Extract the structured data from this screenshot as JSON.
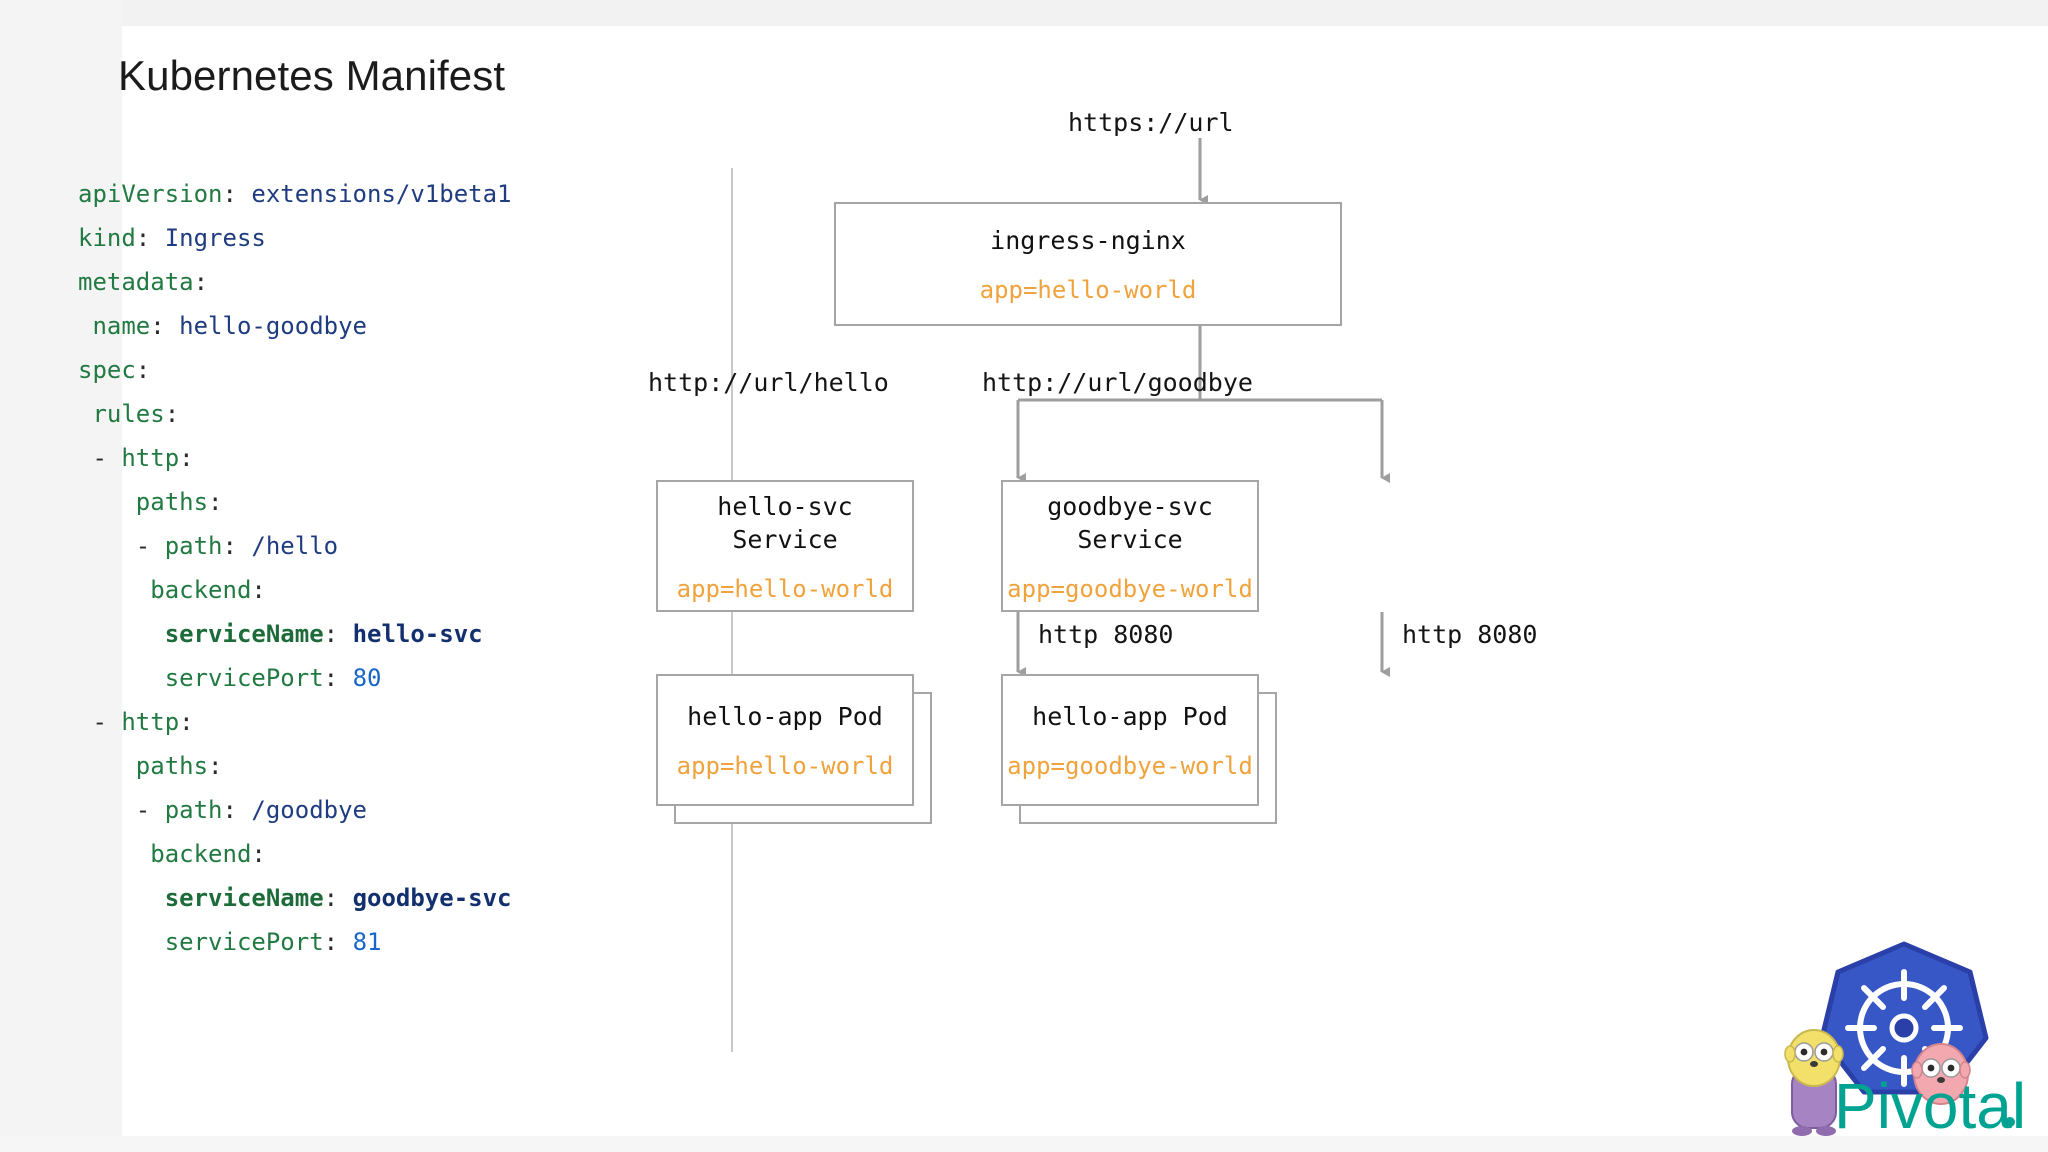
{
  "slide": {
    "title": "Kubernetes Manifest"
  },
  "manifest": {
    "lines": [
      {
        "indent": 0,
        "dash": false,
        "key": "apiVersion",
        "value": "extensions/v1beta1",
        "bold": false,
        "numeric": false
      },
      {
        "indent": 0,
        "dash": false,
        "key": "kind",
        "value": "Ingress",
        "bold": false,
        "numeric": false
      },
      {
        "indent": 0,
        "dash": false,
        "key": "metadata",
        "value": "",
        "bold": false,
        "numeric": false
      },
      {
        "indent": 1,
        "dash": false,
        "key": "name",
        "value": "hello-goodbye",
        "bold": false,
        "numeric": false
      },
      {
        "indent": 0,
        "dash": false,
        "key": "spec",
        "value": "",
        "bold": false,
        "numeric": false
      },
      {
        "indent": 1,
        "dash": false,
        "key": "rules",
        "value": "",
        "bold": false,
        "numeric": false
      },
      {
        "indent": 1,
        "dash": true,
        "key": "http",
        "value": "",
        "bold": false,
        "numeric": false
      },
      {
        "indent": 4,
        "dash": false,
        "key": "paths",
        "value": "",
        "bold": false,
        "numeric": false
      },
      {
        "indent": 4,
        "dash": true,
        "key": "path",
        "value": "/hello",
        "bold": false,
        "numeric": false
      },
      {
        "indent": 5,
        "dash": false,
        "key": "backend",
        "value": "",
        "bold": false,
        "numeric": false
      },
      {
        "indent": 6,
        "dash": false,
        "key": "serviceName",
        "value": "hello-svc",
        "bold": true,
        "numeric": false
      },
      {
        "indent": 6,
        "dash": false,
        "key": "servicePort",
        "value": "80",
        "bold": false,
        "numeric": true
      },
      {
        "indent": 1,
        "dash": true,
        "key": "http",
        "value": "",
        "bold": false,
        "numeric": false
      },
      {
        "indent": 4,
        "dash": false,
        "key": "paths",
        "value": "",
        "bold": false,
        "numeric": false
      },
      {
        "indent": 4,
        "dash": true,
        "key": "path",
        "value": "/goodbye",
        "bold": false,
        "numeric": false
      },
      {
        "indent": 5,
        "dash": false,
        "key": "backend",
        "value": "",
        "bold": false,
        "numeric": false
      },
      {
        "indent": 6,
        "dash": false,
        "key": "serviceName",
        "value": "goodbye-svc",
        "bold": true,
        "numeric": false
      },
      {
        "indent": 6,
        "dash": false,
        "key": "servicePort",
        "value": "81",
        "bold": false,
        "numeric": true
      }
    ]
  },
  "diagram": {
    "entry_label": "https://url",
    "ingress": {
      "title": "ingress-nginx",
      "label": "app=hello-world"
    },
    "route_left_label": "http://url/hello",
    "route_right_label": "http://url/goodbye",
    "service_left": {
      "title": "hello-svc Service",
      "label": "app=hello-world"
    },
    "service_right": {
      "title": "goodbye-svc\nService",
      "label": "app=goodbye-world"
    },
    "port_left_label": "http 8080",
    "port_right_label": "http 8080",
    "pod_left": {
      "title": "hello-app Pod",
      "label": "app=hello-world"
    },
    "pod_right": {
      "title": "hello-app Pod",
      "label": "app=goodbye-world"
    }
  },
  "logo": {
    "wordmark": "Pivotal",
    "period": ".",
    "colors": {
      "wheel_blue": "#3757c6",
      "wheel_blue_dark": "#2b3fa8",
      "wordmark_green": "#00a391"
    }
  },
  "colors": {
    "yaml_key": "#227a42",
    "yaml_value": "#1f3c80",
    "yaml_number": "#1766c8",
    "node_border": "#a6a6a6",
    "node_label_orange": "#f0a33c",
    "arrow_grey": "#9e9e9e",
    "divider_grey": "#c9c9c9"
  }
}
